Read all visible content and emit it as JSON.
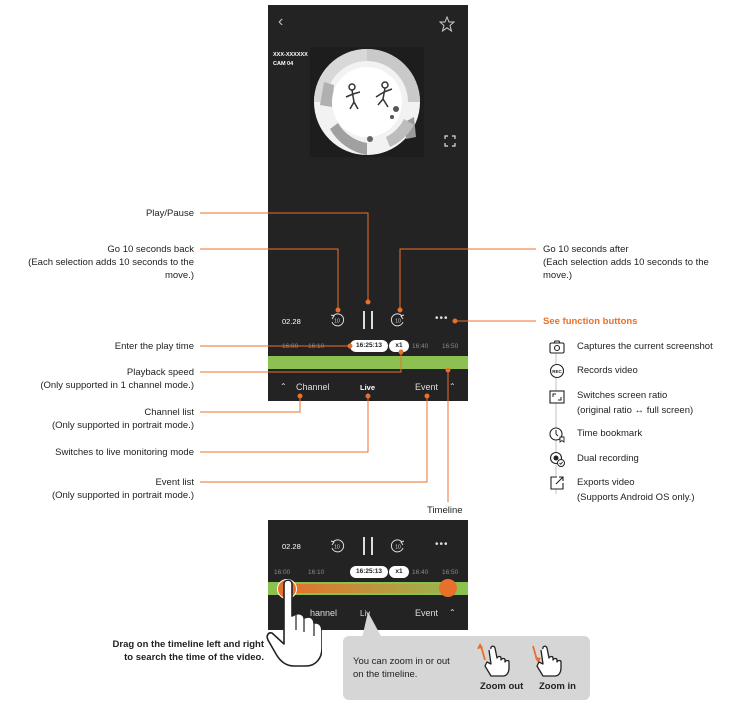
{
  "phone": {
    "device_id": "XXX-XXXXXX",
    "camera": "CAM 04",
    "start_time": "02.28",
    "ticks": [
      "16:00",
      "16:10",
      "16:40",
      "16:50"
    ],
    "current_time": "16:25:13",
    "speed": "x1",
    "channel_label": "Channel",
    "live_label": "Live",
    "event_label": "Event"
  },
  "annotations": {
    "play_pause": "Play/Pause",
    "back_10_line1": "Go 10 seconds back",
    "back_10_line2": "(Each selection adds 10 seconds to the",
    "back_10_line3": "move.)",
    "after_10_line1": "Go 10 seconds after",
    "after_10_line2": "(Each selection adds 10 seconds to the",
    "after_10_line3": "move.)",
    "play_time": "Enter the play time",
    "speed_line1": "Playback speed",
    "speed_line2": "(Only supported in 1 channel mode.)",
    "channel_list_line1": "Channel list",
    "channel_list_line2": "(Only supported in portrait mode.)",
    "live_mode": "Switches to live monitoring mode",
    "event_list_line1": "Event list",
    "event_list_line2": "(Only supported in portrait mode.)",
    "timeline": "Timeline",
    "function_buttons": "See function buttons"
  },
  "function_buttons": [
    {
      "icon": "camera-icon",
      "label": "Captures the current screenshot",
      "label2": ""
    },
    {
      "icon": "rec-icon",
      "label": "Records video",
      "label2": ""
    },
    {
      "icon": "screen-ratio-icon",
      "label": "Switches screen ratio",
      "label2": "(original ratio ↔ full screen)"
    },
    {
      "icon": "bookmark-clock-icon",
      "label": "Time bookmark",
      "label2": ""
    },
    {
      "icon": "dual-record-icon",
      "label": "Dual recording",
      "label2": ""
    },
    {
      "icon": "export-icon",
      "label": "Exports video",
      "label2": "(Supports Android OS only.)"
    }
  ],
  "bottom": {
    "drag_line1": "Drag on the timeline left and right",
    "drag_line2": "to search the time of the video.",
    "zoom_note_line1": "You can zoom in or out",
    "zoom_note_line2": "on the timeline.",
    "zoom_out": "Zoom out",
    "zoom_in": "Zoom in",
    "ticks": [
      "16:00",
      "16:10",
      "16:40",
      "16:50"
    ],
    "start_time": "02.28",
    "current_time": "16:25:13",
    "speed": "x1",
    "channel_partial": "hannel",
    "live_partial": "Liv",
    "event_label": "Event"
  },
  "colors": {
    "accent": "#e8702a",
    "timeline_green": "#8cc152",
    "phone_bg": "#232323"
  }
}
